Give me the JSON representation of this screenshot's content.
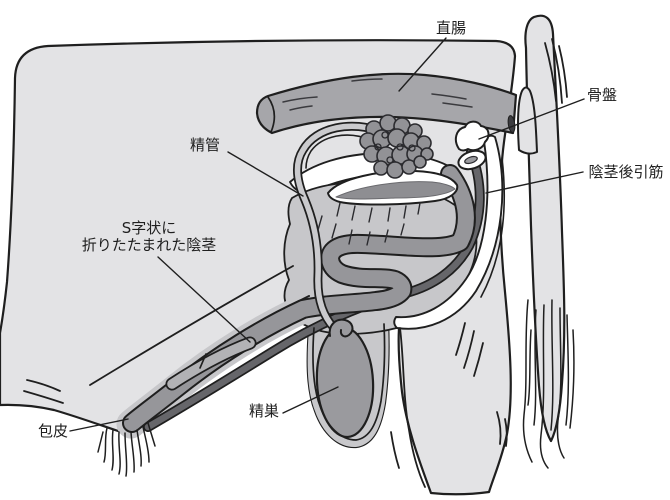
{
  "figure": {
    "type": "anatomical-illustration",
    "labels": {
      "rectum": "直腸",
      "pelvis": "骨盤",
      "vas_deferens": "精管",
      "retractor_penis_muscle": "陰茎後引筋",
      "sigmoid_penis_line1": "S字状に",
      "sigmoid_penis_line2": "折りたたまれた陰茎",
      "testis": "精巣",
      "prepuce": "包皮"
    },
    "colors": {
      "background": "#ffffff",
      "body_gray": "#e3e3e5",
      "sheath_gray": "#c7c7ca",
      "organ_gray": "#96969a",
      "rectum_gray": "#a6a6aa",
      "dark_muscle_gray": "#66666a",
      "bladder_lens_gray": "#8e8e92",
      "outline": "#1f1f1f"
    }
  }
}
